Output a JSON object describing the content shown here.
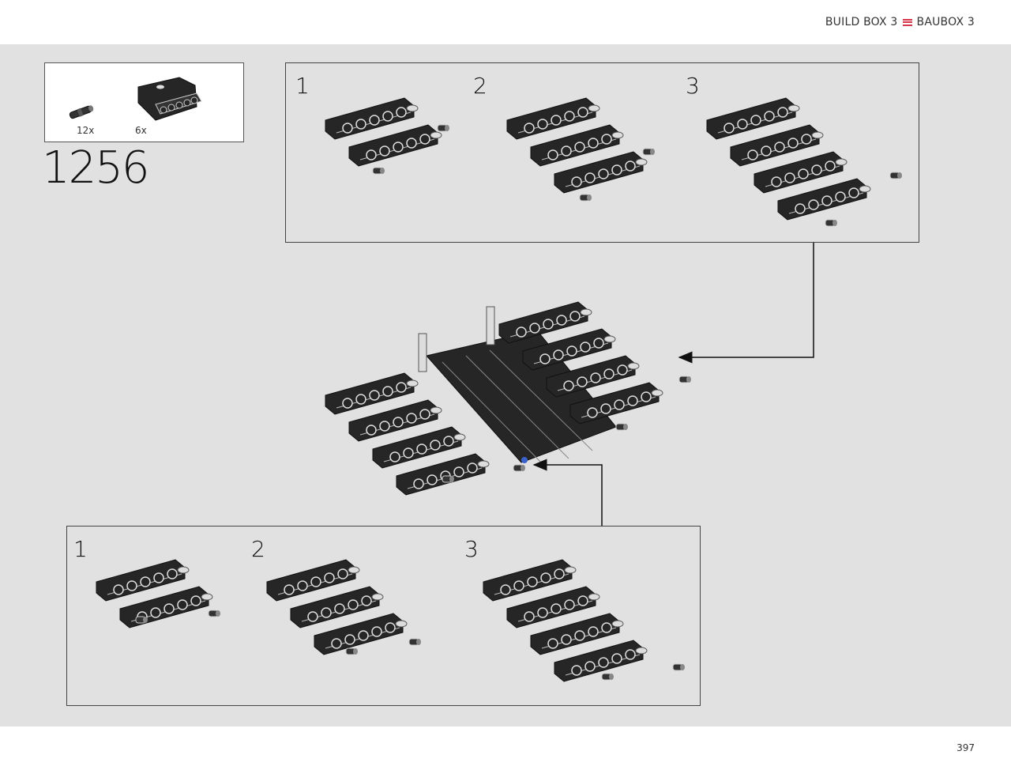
{
  "header": {
    "build_box_en": "BUILD BOX 3",
    "build_box_de": "BAUBOX 3",
    "flag_color": "#d6364a"
  },
  "parts": [
    {
      "icon": "pin-part-icon",
      "qty": "12x"
    },
    {
      "icon": "beam-plate-part-icon",
      "qty": "6x"
    }
  ],
  "step": {
    "number": "1256"
  },
  "top_subassembly": {
    "labels": [
      "1",
      "2",
      "3"
    ]
  },
  "bottom_subassembly": {
    "labels": [
      "1",
      "2",
      "3"
    ]
  },
  "footer": {
    "page_number": "397"
  },
  "colors": {
    "background": "#e1e1e1",
    "part_black": "#262626",
    "accent_blue": "#3a62c8"
  }
}
